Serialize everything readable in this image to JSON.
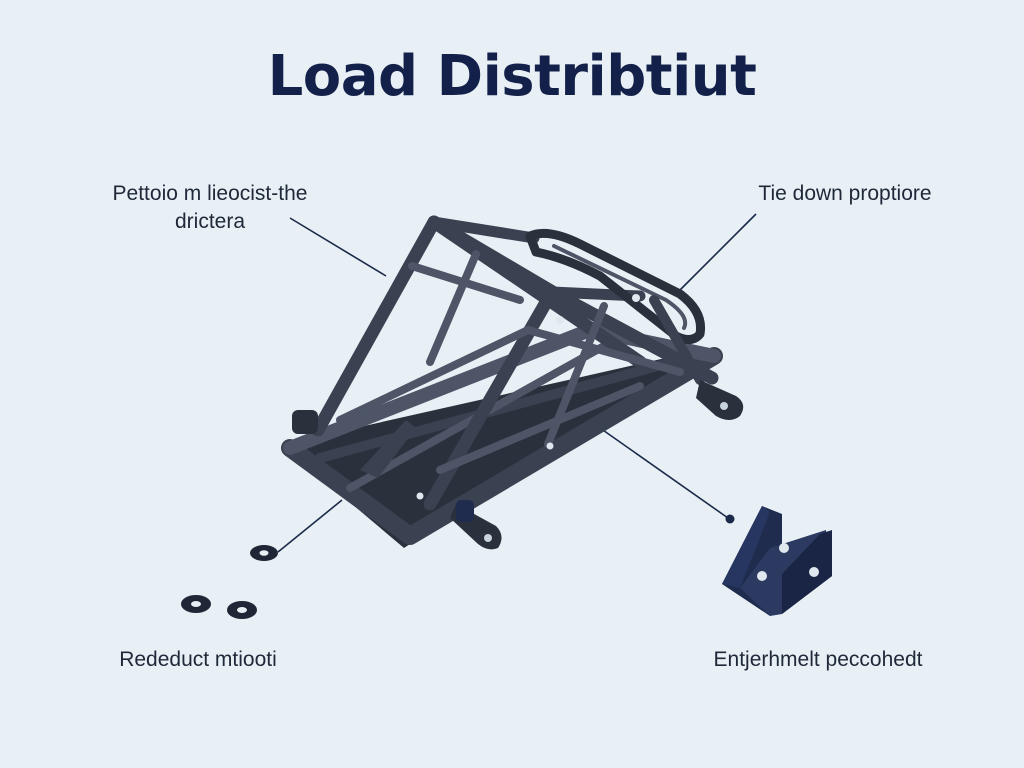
{
  "title": "Load Distribtiut",
  "callouts": {
    "top_left": {
      "line1": "Pettoio m lieocist-the",
      "line2": "drictera"
    },
    "top_right": {
      "line1": "Tie down proptiore"
    },
    "bottom_left": {
      "line1": "Rededuct mtiooti"
    },
    "bottom_right": {
      "line1": "Entjerhmelt peccohedt"
    }
  },
  "colors": {
    "background": "#e8f0f6",
    "frame": "#3a4150",
    "frame_dark": "#2a303c",
    "frame_light": "#4d5566",
    "bracket": "#1f2c4e",
    "title": "#13214a",
    "leader": "#1c2a4a"
  }
}
